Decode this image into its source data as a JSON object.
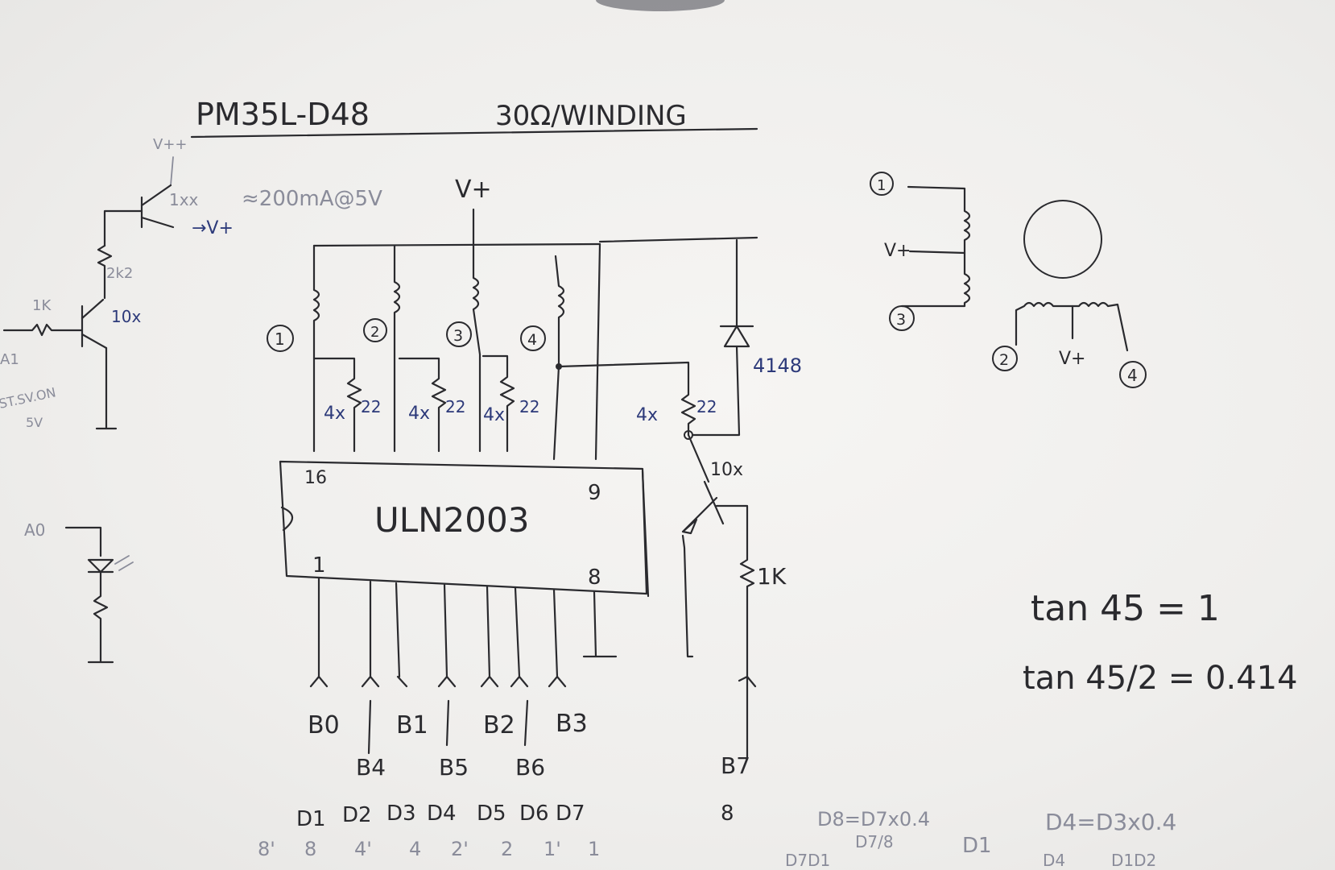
{
  "title": {
    "part": "PM35L-D48",
    "spec": "30Ω/WINDING"
  },
  "labels": {
    "vpp": "V++",
    "q_top": "1xx",
    "current": "≈200mA@5V",
    "to_vplus": "→V+",
    "r_2k2": "2k2",
    "r_1k_left": "1K",
    "q_left": "10x",
    "a1": "A1",
    "st_sv": "ST.SV.ON",
    "five_v": "5V",
    "a0": "A0",
    "vplus_main": "V+",
    "coil_1": "1",
    "coil_2": "2",
    "coil_3": "3",
    "coil_4": "4",
    "r_47_1": "4x",
    "r_22_1": "22",
    "r_47_2": "4x",
    "r_22_2": "22",
    "r_47_3": "4x",
    "r_22_3": "22",
    "r_47_4": "4x",
    "r_22_4": "22",
    "diode": "4148",
    "q_right": "10x",
    "r_1k_right": "1K",
    "chip": "ULN2003",
    "pin16": "16",
    "pin9": "9",
    "pin1": "1",
    "pin8": "8",
    "b0": "B0",
    "b1": "B1",
    "b2": "B2",
    "b3": "B3",
    "b4": "B4",
    "b5": "B5",
    "b6": "B6",
    "b7": "B7",
    "d_row": [
      "D1",
      "D2",
      "D3",
      "D4",
      "D5",
      "D6",
      "D7"
    ],
    "d8": "8",
    "scale_row": [
      "8'",
      "8",
      "4'",
      "4",
      "2'",
      "2",
      "1'",
      "1"
    ],
    "eq_d8": "D8=D7x0.4",
    "eq_frac": "D7/8",
    "eq_d1": "D1",
    "eq_d4": "D4=D3x0.4",
    "eq_bottom_a": "D7D1",
    "eq_bottom_b": "D4",
    "eq_bottom_c": "D1D2"
  },
  "motor": {
    "m1": "1",
    "m3": "3",
    "m2": "2",
    "m4": "4",
    "vplus_a": "V+",
    "vplus_b": "V+"
  },
  "math": {
    "line1": "tan 45 = 1",
    "line2": "tan 45/2 = 0.414"
  }
}
